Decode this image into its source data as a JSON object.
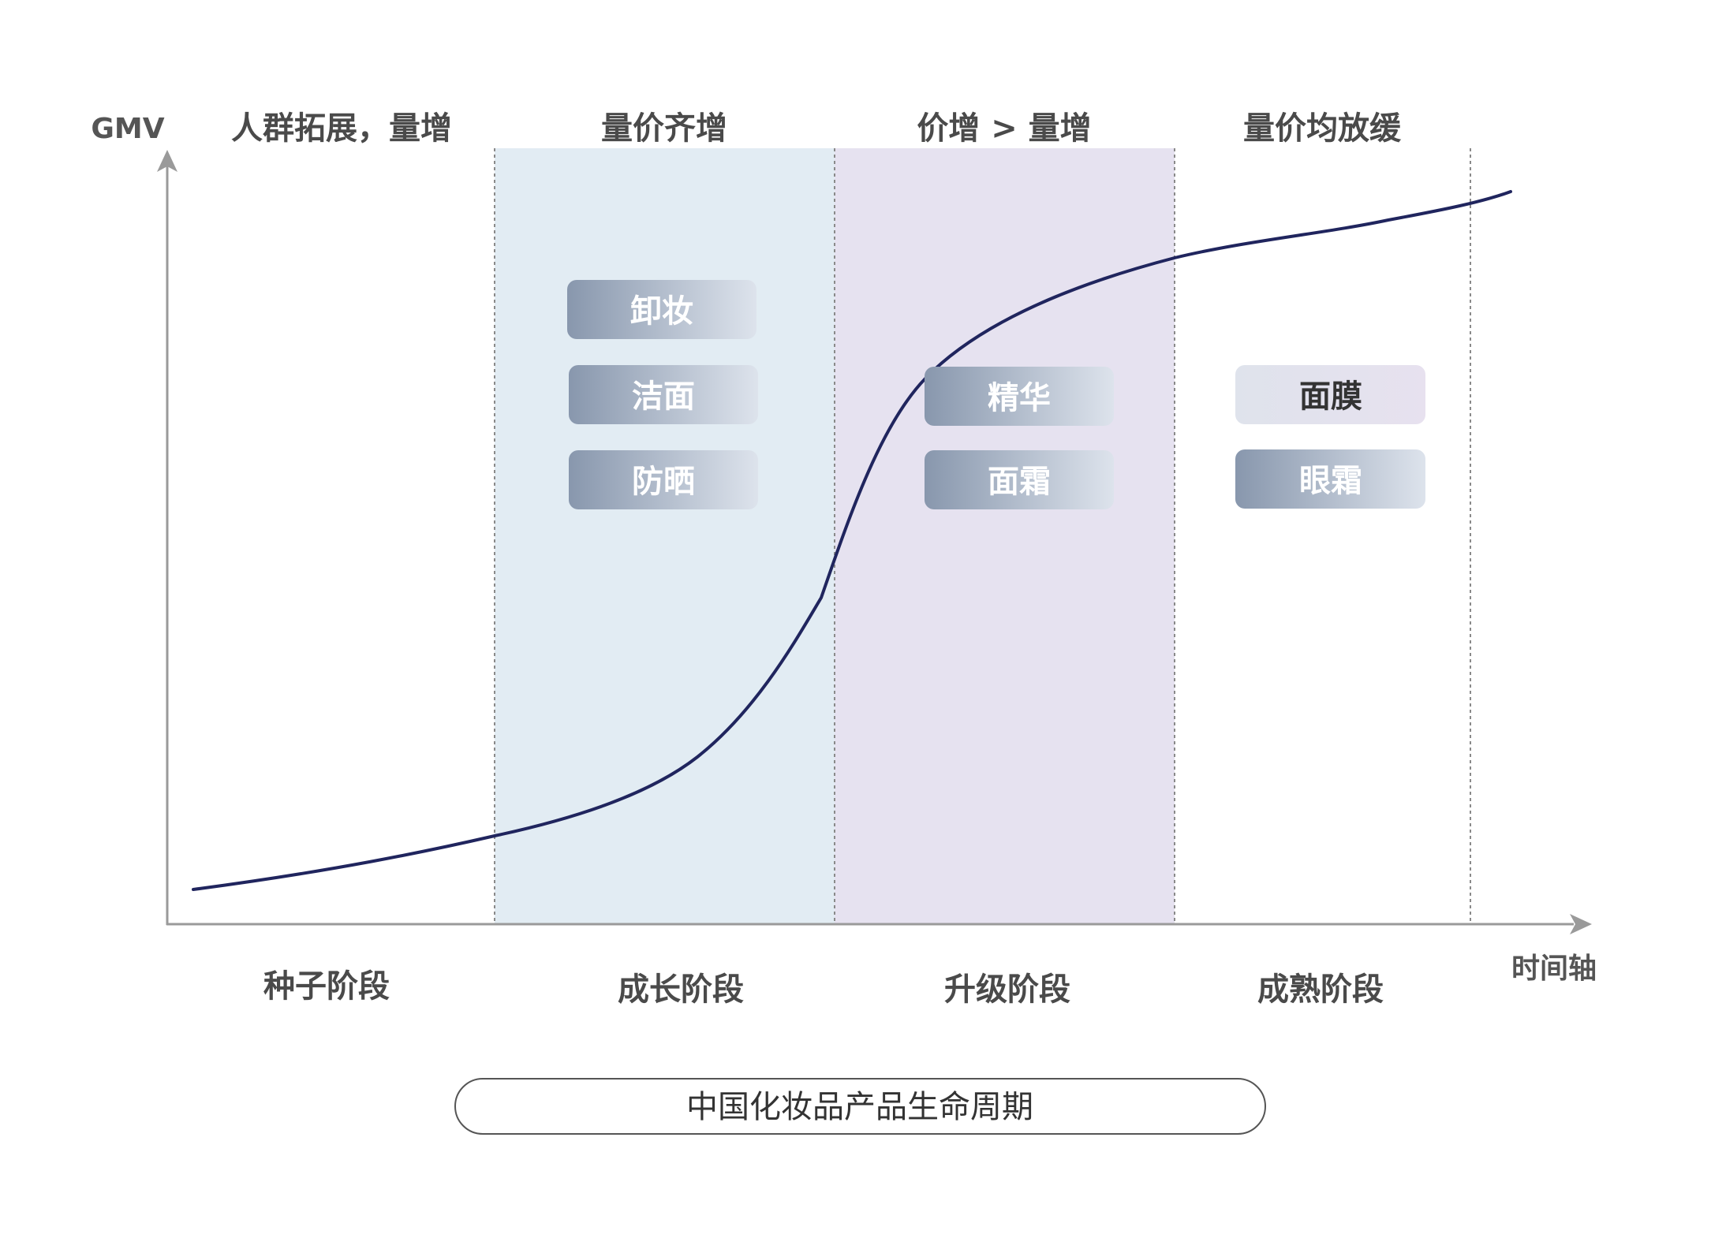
{
  "axes": {
    "y_label": "GMV",
    "x_label": "时间轴"
  },
  "stages": [
    {
      "name": "种子阶段",
      "description": "人群拓展，量增",
      "background": "#ffffff",
      "products": []
    },
    {
      "name": "成长阶段",
      "description": "量价齐增",
      "background": "#e2ecf3",
      "products": [
        "卸妆",
        "洁面",
        "防晒"
      ]
    },
    {
      "name": "升级阶段",
      "description": "价增 > 量增",
      "background": "#e6e2f0",
      "products": [
        "精华",
        "面霜"
      ]
    },
    {
      "name": "成熟阶段",
      "description": "量价均放缓",
      "background": "#ffffff",
      "products": [
        "面膜",
        "眼霜"
      ]
    }
  ],
  "caption": "中国化妆品产品生命周期",
  "colors": {
    "curve": "#20255e",
    "axis": "#9a9a9a",
    "divider": "#8a8a8a",
    "chip_dark": "#8897ad",
    "chip_light": "#dde3ec",
    "chip_text_light": "#ffffff",
    "chip_text_dark": "#333333",
    "chip_pale_left": "#dfe3ec",
    "chip_pale_right": "#e7e1ef"
  }
}
